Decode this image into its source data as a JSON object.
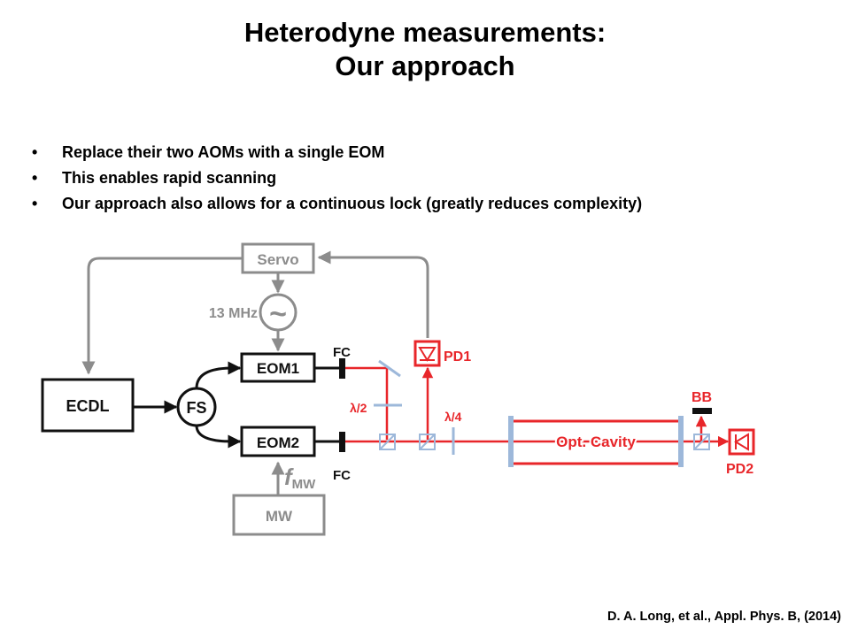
{
  "title": {
    "line1": "Heterodyne measurements:",
    "line2": "Our approach"
  },
  "bullets": [
    "Replace their two AOMs with a single EOM",
    "This enables rapid scanning",
    "Our approach also allows for a continuous lock (greatly reduces complexity)"
  ],
  "diagram": {
    "servo": "Servo",
    "freq": "13 MHz",
    "tilde": "~",
    "eom1": "EOM1",
    "eom2": "EOM2",
    "ecdl": "ECDL",
    "fs": "FS",
    "fc_top": "FC",
    "fc_bottom": "FC",
    "pd1": "PD1",
    "pd2": "PD2",
    "bb": "BB",
    "half_wave": "λ/2",
    "quarter_wave": "λ/4",
    "cavity": "Opt. Cavity",
    "mw": "MW",
    "fmw_f": "f",
    "fmw_sub": "MW",
    "colors": {
      "red": "#e8262a",
      "gray": "#8c8c8c",
      "blue": "#9db8da",
      "black": "#111111"
    }
  },
  "citation": "D. A. Long, et al., Appl. Phys. B, (2014)"
}
